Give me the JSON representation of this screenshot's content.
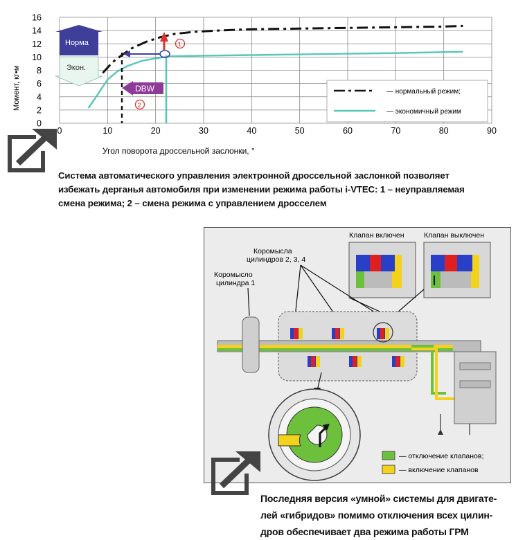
{
  "chart_data": {
    "type": "line",
    "xlabel": "Угол поворота дроссельной заслонки, °",
    "ylabel": "Момент, кг•м",
    "xlim": [
      0,
      90
    ],
    "ylim": [
      0,
      16
    ],
    "xticks": [
      "0",
      "10",
      "20",
      "30",
      "40",
      "50",
      "60",
      "70",
      "80",
      "90"
    ],
    "yticks": [
      "0",
      "2",
      "4",
      "6",
      "8",
      "10",
      "12",
      "14",
      "16"
    ],
    "grid": true,
    "legend_position": "bottom-right",
    "series": [
      {
        "name": "— нормальный режим;",
        "style": "dash-dot",
        "color": "#111111",
        "x": [
          9,
          11,
          13,
          15,
          18,
          21,
          24,
          28,
          33,
          40,
          50,
          60,
          70,
          80,
          84
        ],
        "y": [
          7.6,
          9.2,
          10.3,
          11.3,
          12.3,
          13.0,
          13.5,
          13.8,
          14.0,
          14.2,
          14.3,
          14.4,
          14.5,
          14.6,
          14.7
        ]
      },
      {
        "name": "— экономичный режим",
        "style": "solid",
        "color": "#55c7b8",
        "x": [
          6,
          8,
          10,
          12,
          14,
          17,
          20,
          23,
          30,
          40,
          50,
          60,
          70,
          84
        ],
        "y": [
          2.3,
          4.4,
          6.6,
          7.8,
          8.6,
          9.4,
          9.8,
          10.1,
          10.2,
          10.3,
          10.4,
          10.5,
          10.6,
          10.8
        ]
      }
    ],
    "annotations": {
      "norm_label": "Норма",
      "econ_label": "Экон.",
      "dbw_label": "DBW",
      "marker1": "1",
      "marker2": "2"
    }
  },
  "caption1": "Система автоматического управления электронной дроссельной заслонкой позволяет избежать дерганья автомобиля при изменении режима работы i-VTEC: 1 – неуправляемая смена режима; 2 – смена режима с управлением дросселем",
  "caption1_lines": [
    "Система автоматического управления электронной дроссельной заслонкой позволяет",
    "избежать дерганья автомобиля при изменении режима работы i-VTEC: 1 – неуправляемая",
    "смена режима; 2 – смена режима с управлением дросселем"
  ],
  "diagram": {
    "label_valve_on": "Клапан включен",
    "label_valve_off": "Клапан выключен",
    "label_rockers_234_line1": "Коромысла",
    "label_rockers_234_line2": "цилиндров 2, 3, 4",
    "label_rocker1_line1": "Коромысло",
    "label_rocker1_line2": "цилиндра 1",
    "legend_green": "— отключение клапанов;",
    "legend_yellow": "— включение клапанов",
    "colors": {
      "green": "#6cc03c",
      "yellow": "#f2d21a",
      "red": "#e02020",
      "blue": "#2a3fc8"
    }
  },
  "caption2_lines": [
    "Последняя версия «умной» системы для двигате-",
    "лей «гибридов» помимо отключения всех цилин-",
    "дров обеспечивает два режима работы ГРМ"
  ],
  "icons": [
    "expand-arrow-icon"
  ]
}
